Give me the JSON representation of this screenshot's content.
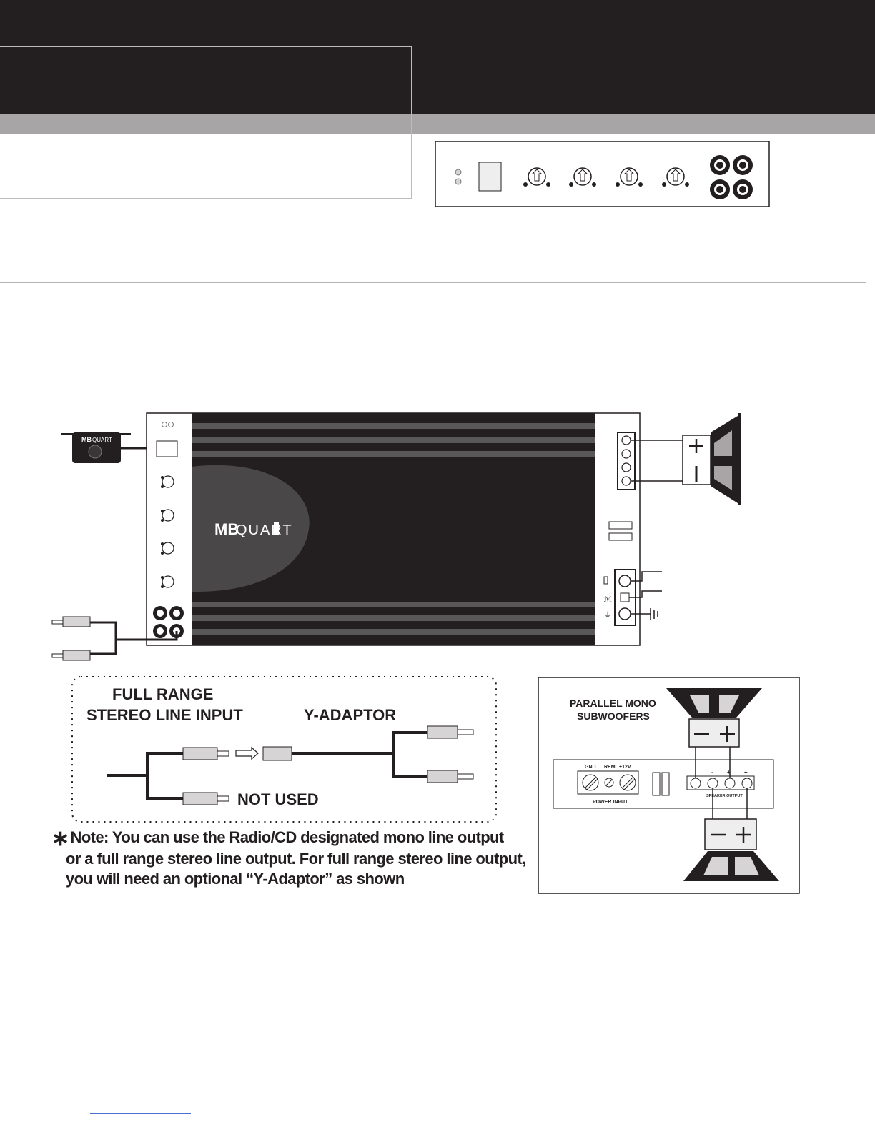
{
  "panel_brand": {
    "bold": "MB",
    "light": "QUART"
  },
  "remote_brand": {
    "bold": "MB",
    "light": "QUART"
  },
  "y_adaptor_box": {
    "label_full_range_1": "FULL RANGE",
    "label_full_range_2": "STEREO LINE INPUT",
    "label_y_adaptor": "Y-ADAPTOR",
    "label_not_used": "NOT USED"
  },
  "note": {
    "marker": "∗",
    "line1": "Note: You can use the Radio/CD designated mono line output",
    "line2": "or a full range stereo line output. For full range stereo line output,",
    "line3": "you will need an optional “Y-Adaptor” as shown"
  },
  "parallel_box": {
    "title_1": "PARALLEL MONO",
    "title_2": "SUBWOOFERS",
    "gnd": "GND",
    "rem": "REM",
    "plus12": "+12V",
    "power_input": "POWER INPUT",
    "speaker_output": "SPEAKER OUTPUT",
    "t_minus": "-",
    "t_plus_a": "+",
    "t_plus_b": "+"
  },
  "colors": {
    "dark_band": "#231f20",
    "grey_band": "#a7a5a5",
    "amp_body": "#231f20",
    "stripe": "#5a5758"
  },
  "icons": [
    "led-icon",
    "knob-icon",
    "rca-jack-icon",
    "rca-plug-icon",
    "speaker-icon",
    "ground-icon",
    "arrow-icon"
  ]
}
